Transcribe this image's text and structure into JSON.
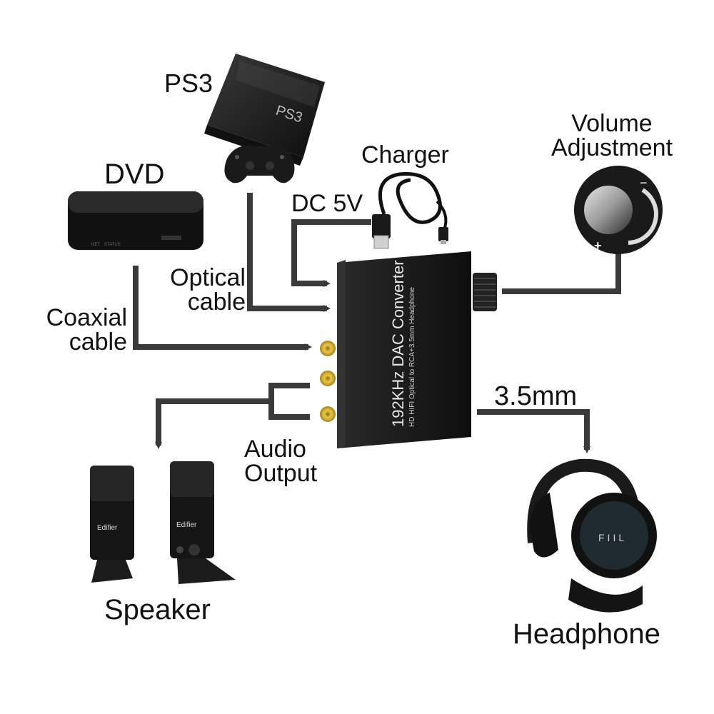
{
  "labels": {
    "ps3": "PS3",
    "dvd": "DVD",
    "charger": "Charger",
    "dc5v": "DC 5V",
    "volume_line1": "Volume",
    "volume_line2": "Adjustment",
    "optical_line1": "Optical",
    "optical_line2": "cable",
    "coaxial_line1": "Coaxial",
    "coaxial_line2": "cable",
    "mm35": "3.5mm",
    "audio_line1": "Audio",
    "audio_line2": "Output",
    "speaker": "Speaker",
    "headphone": "Headphone"
  },
  "device": {
    "title": "192KHz DAC Converter",
    "subtitle": "HD HIFI Optical to RCA+3.5mm Headphone"
  },
  "ps3_logo": "PS3",
  "dvd_panel": [
    "NET",
    "STATUS"
  ],
  "speaker_brand": "Edifier",
  "headphone_brand": "FIIL",
  "knob_marks": {
    "minus": "−",
    "plus": "+"
  },
  "colors": {
    "line": "#3a3a3a",
    "device_body": "#1b1b1b",
    "gold": "#c9a227",
    "text": "#111111"
  }
}
